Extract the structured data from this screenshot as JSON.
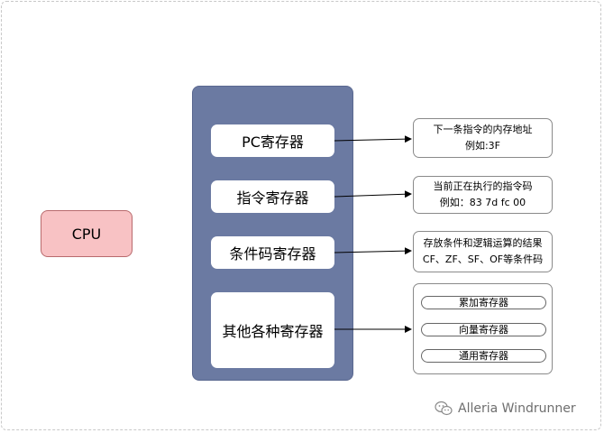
{
  "cpu": {
    "label": "CPU"
  },
  "registers": [
    {
      "label": "PC寄存器"
    },
    {
      "label": "指令寄存器"
    },
    {
      "label": "条件码寄存器"
    },
    {
      "label": "其他各种寄存器"
    }
  ],
  "descriptions": {
    "pc": {
      "line1": "下一条指令的内存地址",
      "line2": "例如:3F"
    },
    "instruction": {
      "line1": "当前正在执行的指令码",
      "line2": "例如：83 7d fc 00"
    },
    "condition": {
      "line1": "存放条件和逻辑运算的结果",
      "line2": "CF、ZF、SF、OF等条件码"
    }
  },
  "other_registers": [
    {
      "label": "累加寄存器"
    },
    {
      "label": "向量寄存器"
    },
    {
      "label": "通用寄存器"
    }
  ],
  "watermark": {
    "text": "Alleria Windrunner"
  },
  "colors": {
    "cpu_fill": "#f8c2c4",
    "panel_fill": "#6b7aa2",
    "box_fill": "#ffffff"
  }
}
